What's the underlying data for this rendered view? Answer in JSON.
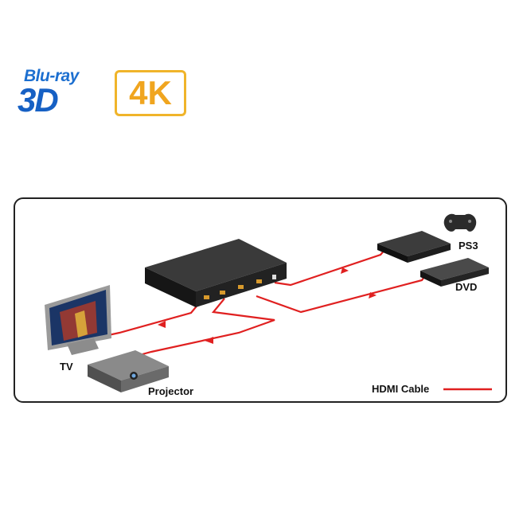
{
  "logos": {
    "bluray_text": "Blu-ray",
    "bluray_3d": "3D",
    "badge_4k": "4K"
  },
  "labels": {
    "tv": "TV",
    "projector": "Projector",
    "ps3": "PS3",
    "dvd": "DVD",
    "legend": "HDMI Cable"
  },
  "colors": {
    "cable": "#e02020",
    "bluray_blue": "#1660c4",
    "badge_gold": "#f0a51f"
  }
}
